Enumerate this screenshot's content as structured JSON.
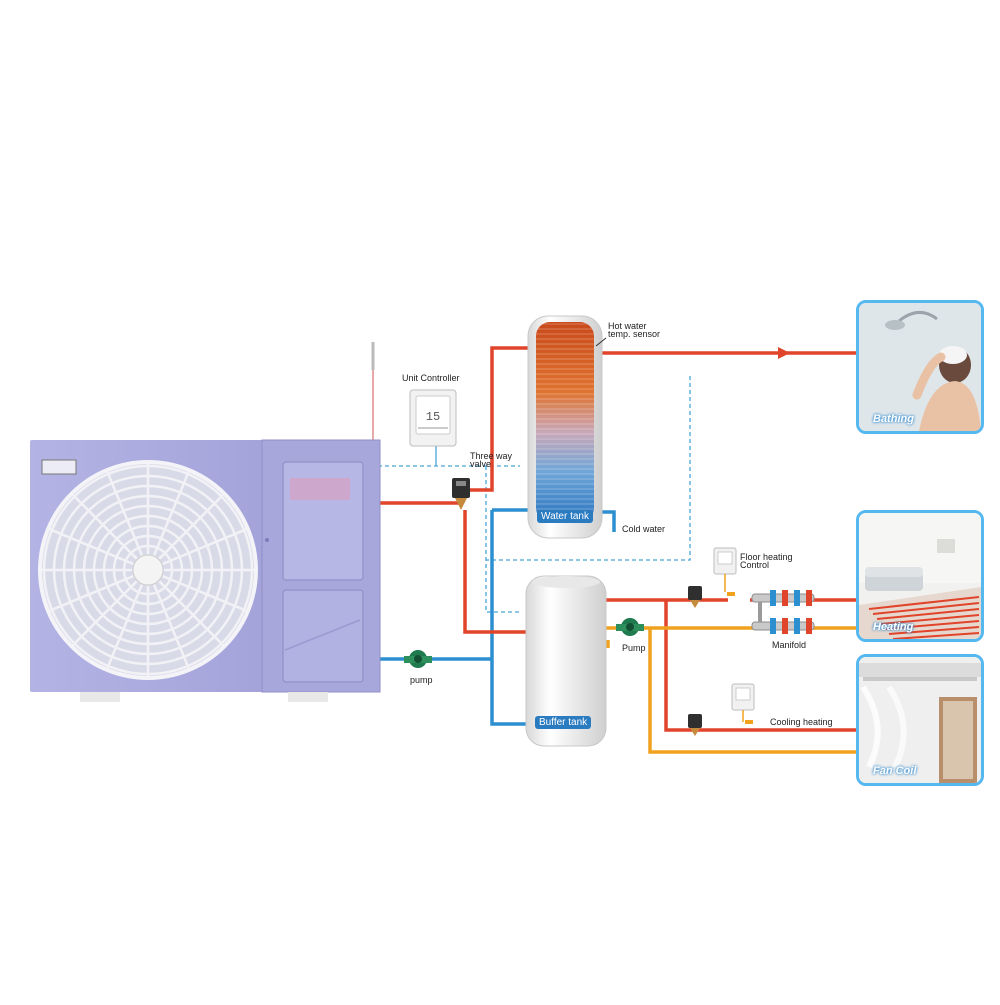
{
  "labels": {
    "unit_controller": "Unit Controller",
    "three_way_valve_line1": "Three way",
    "three_way_valve_line2": "valve",
    "hot_water_sensor_line1": "Hot water",
    "hot_water_sensor_line2": "temp. sensor",
    "water_tank": "Water tank",
    "cold_water": "Cold water",
    "buffer_tank": "Buffer tank",
    "pump_left": "pump",
    "pump_right": "Pump",
    "floor_heating_control_line1": "Floor heating",
    "floor_heating_control_line2": "Control",
    "manifold": "Manifold",
    "cooling_heating": "Cooling heating",
    "bathing": "Bathing",
    "heating": "Heating",
    "fan_coil": "Fan Coil"
  },
  "colors": {
    "hot_pipe": "#e0442a",
    "return_pipe": "#f0a21e",
    "cold_pipe": "#2b8fd0",
    "control_wire": "#4aa3d8",
    "unit_body": "#a9a9de",
    "photo_border": "#55b8ee"
  },
  "icons": [
    "heat-pump-unit",
    "fan-grille-icon",
    "controller-icon",
    "valve-icon",
    "pump-icon",
    "manifold-icon",
    "thermostat-icon"
  ]
}
